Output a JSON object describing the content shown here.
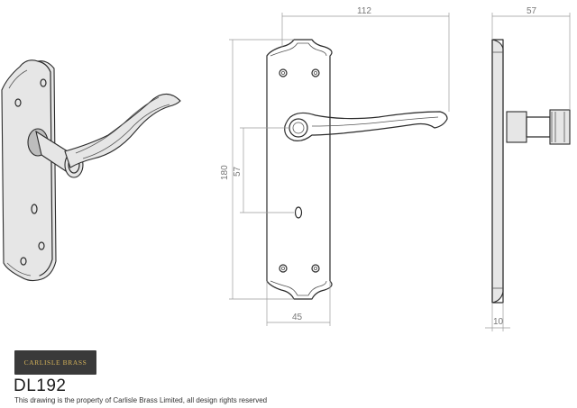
{
  "brand": {
    "name": "CARLISLE BRASS",
    "text_color": "#d4b25a",
    "background": "#3a3a3a"
  },
  "product": {
    "code": "DL192",
    "notice": "This drawing is the property of Carlisle Brass Limited, all design rights reserved"
  },
  "dimensions": {
    "overall_length": "112",
    "projection": "57",
    "plate_height": "180",
    "lever_to_keyhole": "57",
    "plate_width": "45",
    "plate_thickness": "10"
  },
  "views": [
    "perspective-view",
    "front-view",
    "side-view"
  ]
}
